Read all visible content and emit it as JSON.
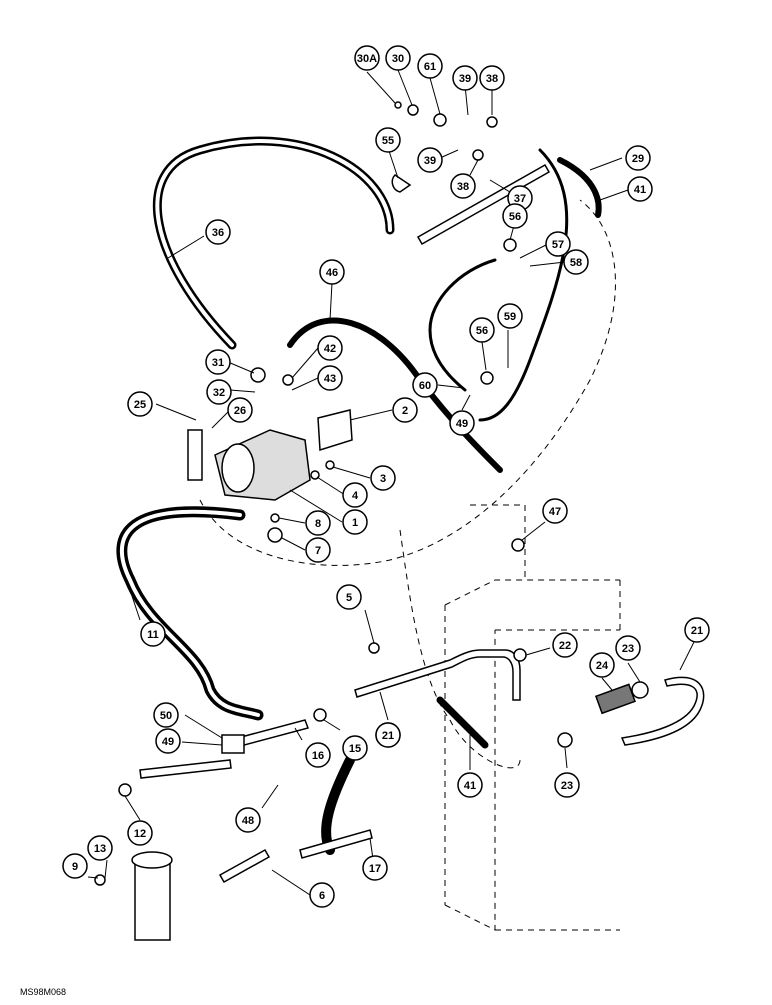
{
  "diagram": {
    "drawing_code": "MS98M068",
    "callouts": [
      "30A",
      "30",
      "61",
      "39",
      "38",
      "55",
      "39",
      "38",
      "37",
      "29",
      "41",
      "36",
      "56",
      "57",
      "58",
      "46",
      "59",
      "56",
      "42",
      "31",
      "43",
      "60",
      "49",
      "32",
      "25",
      "26",
      "2",
      "3",
      "4",
      "1",
      "8",
      "7",
      "47",
      "5",
      "22",
      "21",
      "23",
      "24",
      "21",
      "11",
      "50",
      "49",
      "15",
      "21",
      "16",
      "41",
      "23",
      "48",
      "12",
      "17",
      "9",
      "13",
      "6"
    ]
  }
}
